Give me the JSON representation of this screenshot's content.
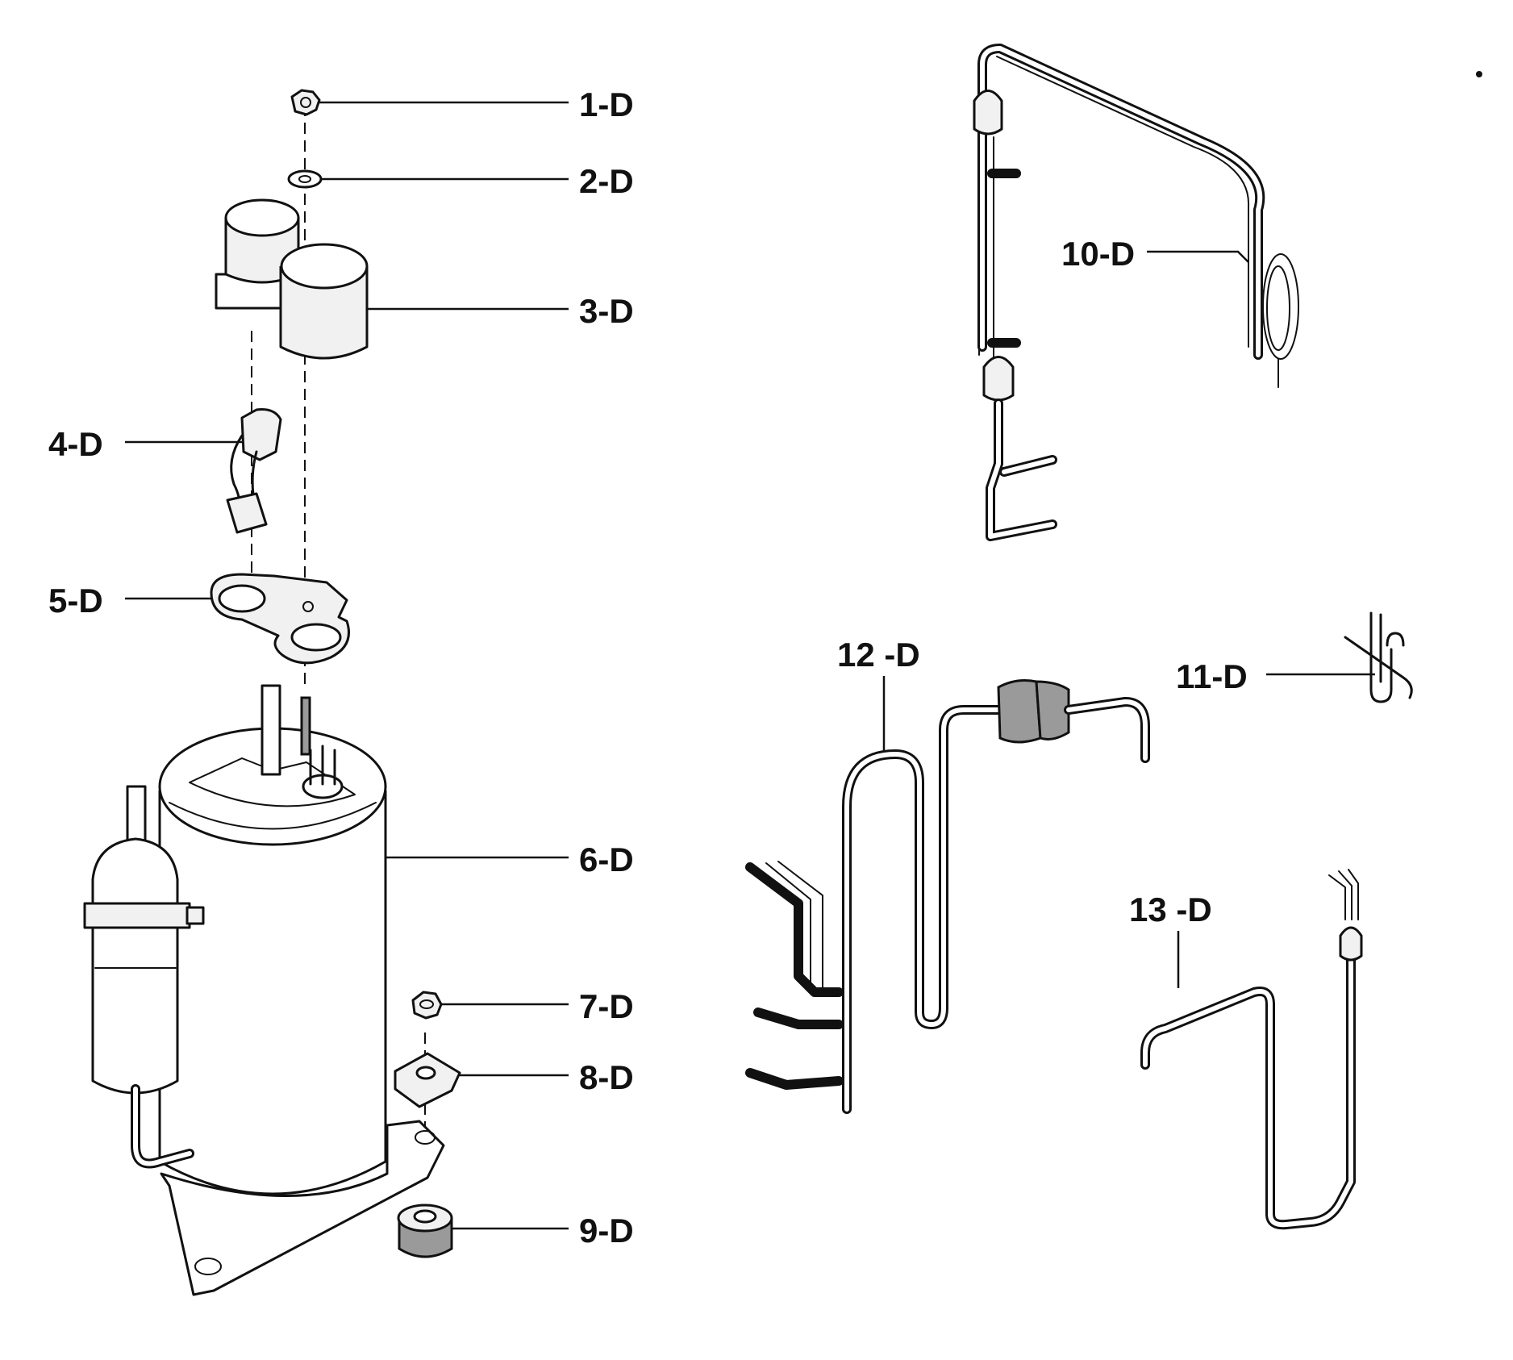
{
  "diagram": {
    "parts": [
      {
        "id": "1",
        "label": "1-D",
        "icon": "nut-icon"
      },
      {
        "id": "2",
        "label": "2-D",
        "icon": "washer-icon"
      },
      {
        "id": "3",
        "label": "3-D",
        "icon": "capacitor-icon"
      },
      {
        "id": "4",
        "label": "4-D",
        "icon": "wire-connector-icon"
      },
      {
        "id": "5",
        "label": "5-D",
        "icon": "mounting-bracket-icon"
      },
      {
        "id": "6",
        "label": "6-D",
        "icon": "compressor-icon"
      },
      {
        "id": "7",
        "label": "7-D",
        "icon": "hex-nut-icon"
      },
      {
        "id": "8",
        "label": "8-D",
        "icon": "square-washer-icon"
      },
      {
        "id": "9",
        "label": "9-D",
        "icon": "rubber-grommet-icon"
      },
      {
        "id": "10",
        "label": "10-D",
        "icon": "capillary-tube-assembly-icon"
      },
      {
        "id": "11",
        "label": "11-D",
        "icon": "clip-icon"
      },
      {
        "id": "12",
        "label": "12 -D",
        "icon": "discharge-pipe-icon"
      },
      {
        "id": "13",
        "label": "13 -D",
        "icon": "suction-pipe-icon"
      }
    ]
  }
}
